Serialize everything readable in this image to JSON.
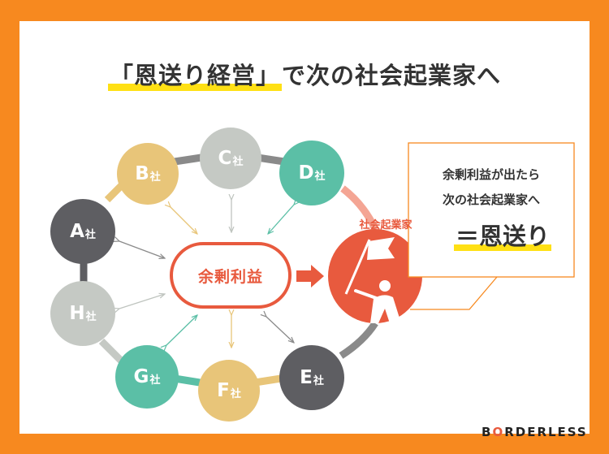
{
  "title": {
    "highlighted": "「恩送り経営」",
    "rest": "で次の社会起業家へ"
  },
  "center_label": "余剰利益",
  "social_entrepreneur_label": "社会起業家",
  "nodes": [
    {
      "id": "A",
      "letter": "A",
      "suffix": "社",
      "color": "#5e5e62"
    },
    {
      "id": "B",
      "letter": "B",
      "suffix": "社",
      "color": "#e8c579"
    },
    {
      "id": "C",
      "letter": "C",
      "suffix": "社",
      "color": "#c5c9c4"
    },
    {
      "id": "D",
      "letter": "D",
      "suffix": "社",
      "color": "#5bbfa6"
    },
    {
      "id": "E",
      "letter": "E",
      "suffix": "社",
      "color": "#5e5e62"
    },
    {
      "id": "F",
      "letter": "F",
      "suffix": "社",
      "color": "#e8c579"
    },
    {
      "id": "G",
      "letter": "G",
      "suffix": "社",
      "color": "#5bbfa6"
    },
    {
      "id": "H",
      "letter": "H",
      "suffix": "社",
      "color": "#c5c9c4"
    }
  ],
  "callout": {
    "line1": "余剰利益が出たら",
    "line2": "次の社会起業家へ",
    "result": "＝恩送り"
  },
  "logo": {
    "prefix": "B",
    "o": "O",
    "rest": "RDERLESS"
  },
  "colors": {
    "frame": "#f7891f",
    "accent_red": "#e85a3e",
    "highlight_yellow": "#ffe014"
  }
}
